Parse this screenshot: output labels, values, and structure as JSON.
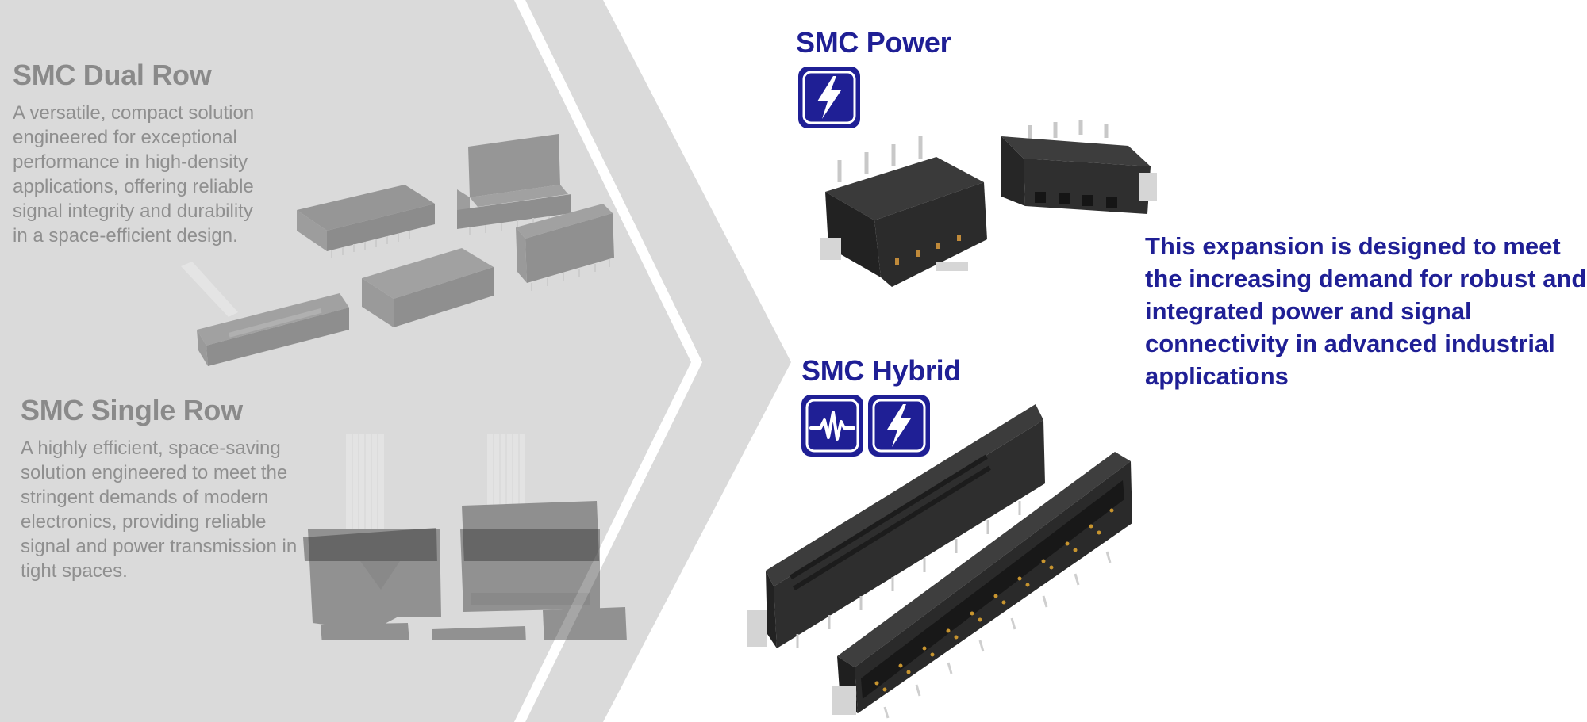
{
  "colors": {
    "brand_blue": "#1f1f95",
    "muted_gray_text": "#8a8a8a",
    "panel_gray": "#d9d9d9",
    "connector_black": "#2e2e2e",
    "pin_gold": "#b8862c"
  },
  "legacy_products": [
    {
      "title": "SMC Dual Row",
      "description": "A versatile, compact solution engineered for exceptional performance in high-density applications, offering reliable signal integrity and durability in a space-efficient design."
    },
    {
      "title": "SMC Single Row",
      "description": "A highly efficient, space-saving solution engineered to meet the stringent demands of modern electronics, providing reliable signal and power transmission in tight spaces."
    }
  ],
  "new_products": [
    {
      "title": "SMC Power",
      "icons": [
        "lightning-bolt-icon"
      ]
    },
    {
      "title": "SMC Hybrid",
      "icons": [
        "signal-waveform-icon",
        "lightning-bolt-icon"
      ]
    }
  ],
  "expansion_statement": "This expansion is designed to meet the increasing demand for robust and integrated power and signal connectivity in advanced industrial applications"
}
